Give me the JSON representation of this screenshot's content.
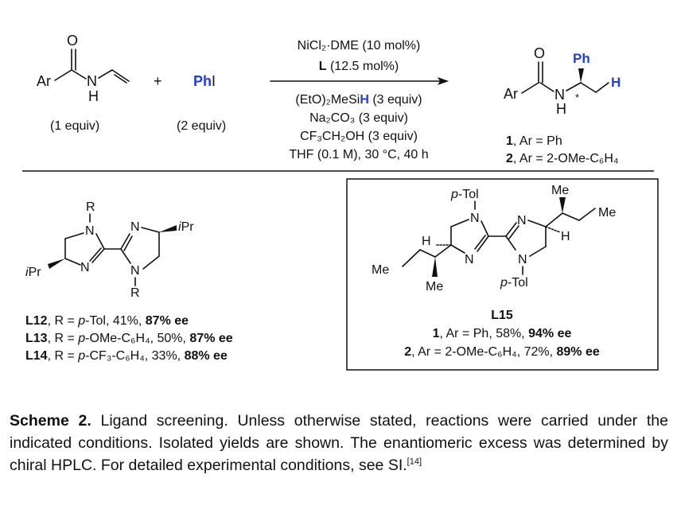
{
  "reaction": {
    "ar": "Ar",
    "o": "O",
    "n": "N",
    "h": "H",
    "plus": "+",
    "substrate_equiv": "(1 equiv)",
    "reagent_ph": "Ph",
    "reagent_i": "I",
    "reagent_equiv": "(2 equiv)",
    "cond_above_1": "NiCl₂·DME (10 mol%)",
    "cond_above_2_bold": "L",
    "cond_above_2_rest": " (12.5 mol%)",
    "cond_below_1_pre": "(EtO)₂MeSi",
    "cond_below_1_h": "H",
    "cond_below_1_post": " (3 equiv)",
    "cond_below_2": "Na₂CO₃ (3 equiv)",
    "cond_below_3": "CF₃CH₂OH (3 equiv)",
    "cond_below_4": "THF (0.1 M), 30 °C, 40 h",
    "product_ph": "Ph",
    "product_h": "H",
    "star": "*",
    "p1_num": "1",
    "p1_text": ", Ar = Ph",
    "p2_num": "2",
    "p2_text": ", Ar = 2-OMe-C₆H₄"
  },
  "ligands": {
    "left": {
      "r": "R",
      "n": "N",
      "ipr": "iPr",
      "rows": [
        {
          "id": "L12",
          "sep": ", R = ",
          "r_italic": "p",
          "r_rest": "-Tol, 41%, ",
          "ee": "87% ee"
        },
        {
          "id": "L13",
          "sep": ", R = ",
          "r_italic": "p",
          "r_rest": "-OMe-C₆H₄, 50%, ",
          "ee": "87% ee"
        },
        {
          "id": "L14",
          "sep": ", R = ",
          "r_italic": "p",
          "r_rest": "-CF₃-C₆H₄, 33%, ",
          "ee": "88% ee"
        }
      ]
    },
    "right": {
      "ptol_p": "p",
      "ptol_rest": "-Tol",
      "me": "Me",
      "h": "H",
      "n": "N",
      "label": "L15",
      "row1_num": "1",
      "row1_text": ", Ar = Ph, 58%, ",
      "row1_ee": "94% ee",
      "row2_num": "2",
      "row2_text": ", Ar = 2-OMe-C₆H₄, 72%, ",
      "row2_ee": "89% ee"
    }
  },
  "caption": {
    "lead": "Scheme 2.",
    "body": " Ligand screening. Unless otherwise stated, reactions were carried under the indicated conditions. Isolated yields are shown. The enantiomeric excess was determined by chiral HPLC. For detailed experimental conditions, see SI.",
    "ref": "[14]"
  },
  "colors": {
    "accent_blue": "#1f3fd6",
    "text": "#111111"
  }
}
